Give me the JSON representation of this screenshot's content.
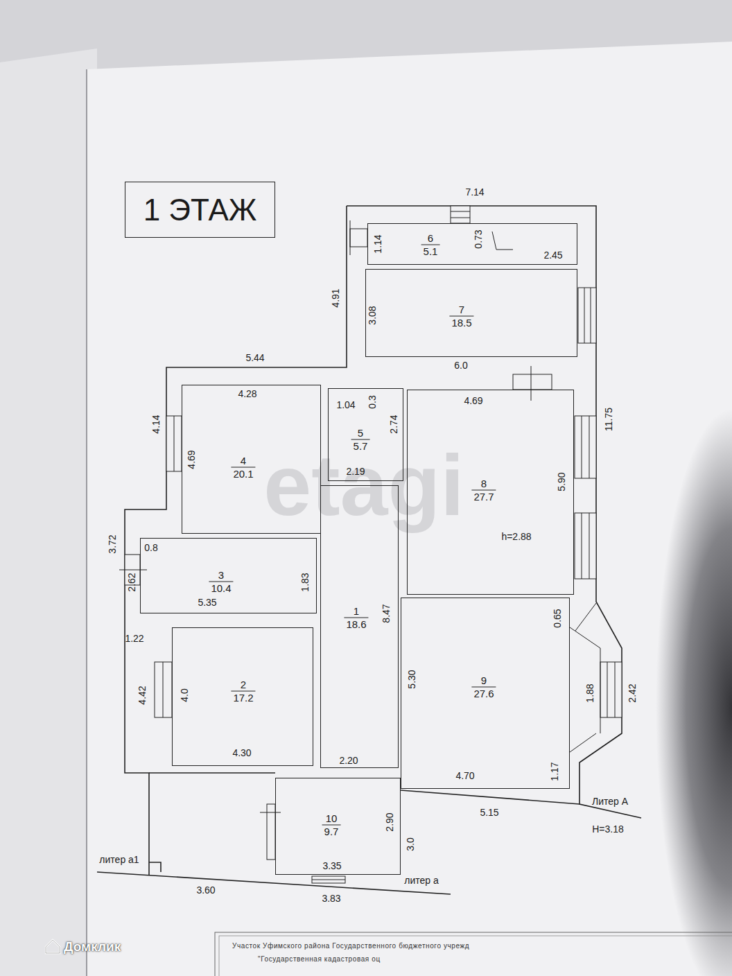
{
  "diagram": {
    "title": "1 ЭТАЖ",
    "nodes": [
      {
        "text": [
          "6",
          "5.1"
        ]
      },
      {
        "text": [
          "7",
          "18.5"
        ]
      },
      {
        "text": [
          "4",
          "20.1"
        ]
      },
      {
        "text": [
          "5",
          "5.7"
        ]
      },
      {
        "text": [
          "8",
          "27.7"
        ]
      },
      {
        "text": [
          "3",
          "10.4"
        ]
      },
      {
        "text": [
          "1",
          "18.6"
        ]
      },
      {
        "text": [
          "2",
          "17.2"
        ]
      },
      {
        "text": [
          "9",
          "27.6"
        ]
      },
      {
        "text": [
          "10",
          "9.7"
        ]
      }
    ],
    "labels": [
      "7.14",
      "1.14",
      "0.73",
      "2.45",
      "4.91",
      "3.08",
      "6.0",
      "5.44",
      "11.75",
      "4.28",
      "4.14",
      "4.69",
      "1.04",
      "0.3",
      "2.74",
      "2.19",
      "4.69",
      "5.90",
      "h=2.88",
      "3.72",
      "0.8",
      "2.62",
      "1.83",
      "5.35",
      "8.47",
      "1.22",
      "0.65",
      "4.42",
      "4.0",
      "4.30",
      "5.30",
      "1.88",
      "2.42",
      "4.70",
      "1.17",
      "2.20",
      "5.15",
      "Литер А",
      "H=3.18",
      "2.90",
      "3.35",
      "3.0",
      "литер а1",
      "3.60",
      "3.83",
      "литер а",
      "etagi",
      "Домклик",
      "Участок Уфимского района Государственного бюджетного учрежд",
      "\"Государственная кадастровая оц"
    ]
  }
}
